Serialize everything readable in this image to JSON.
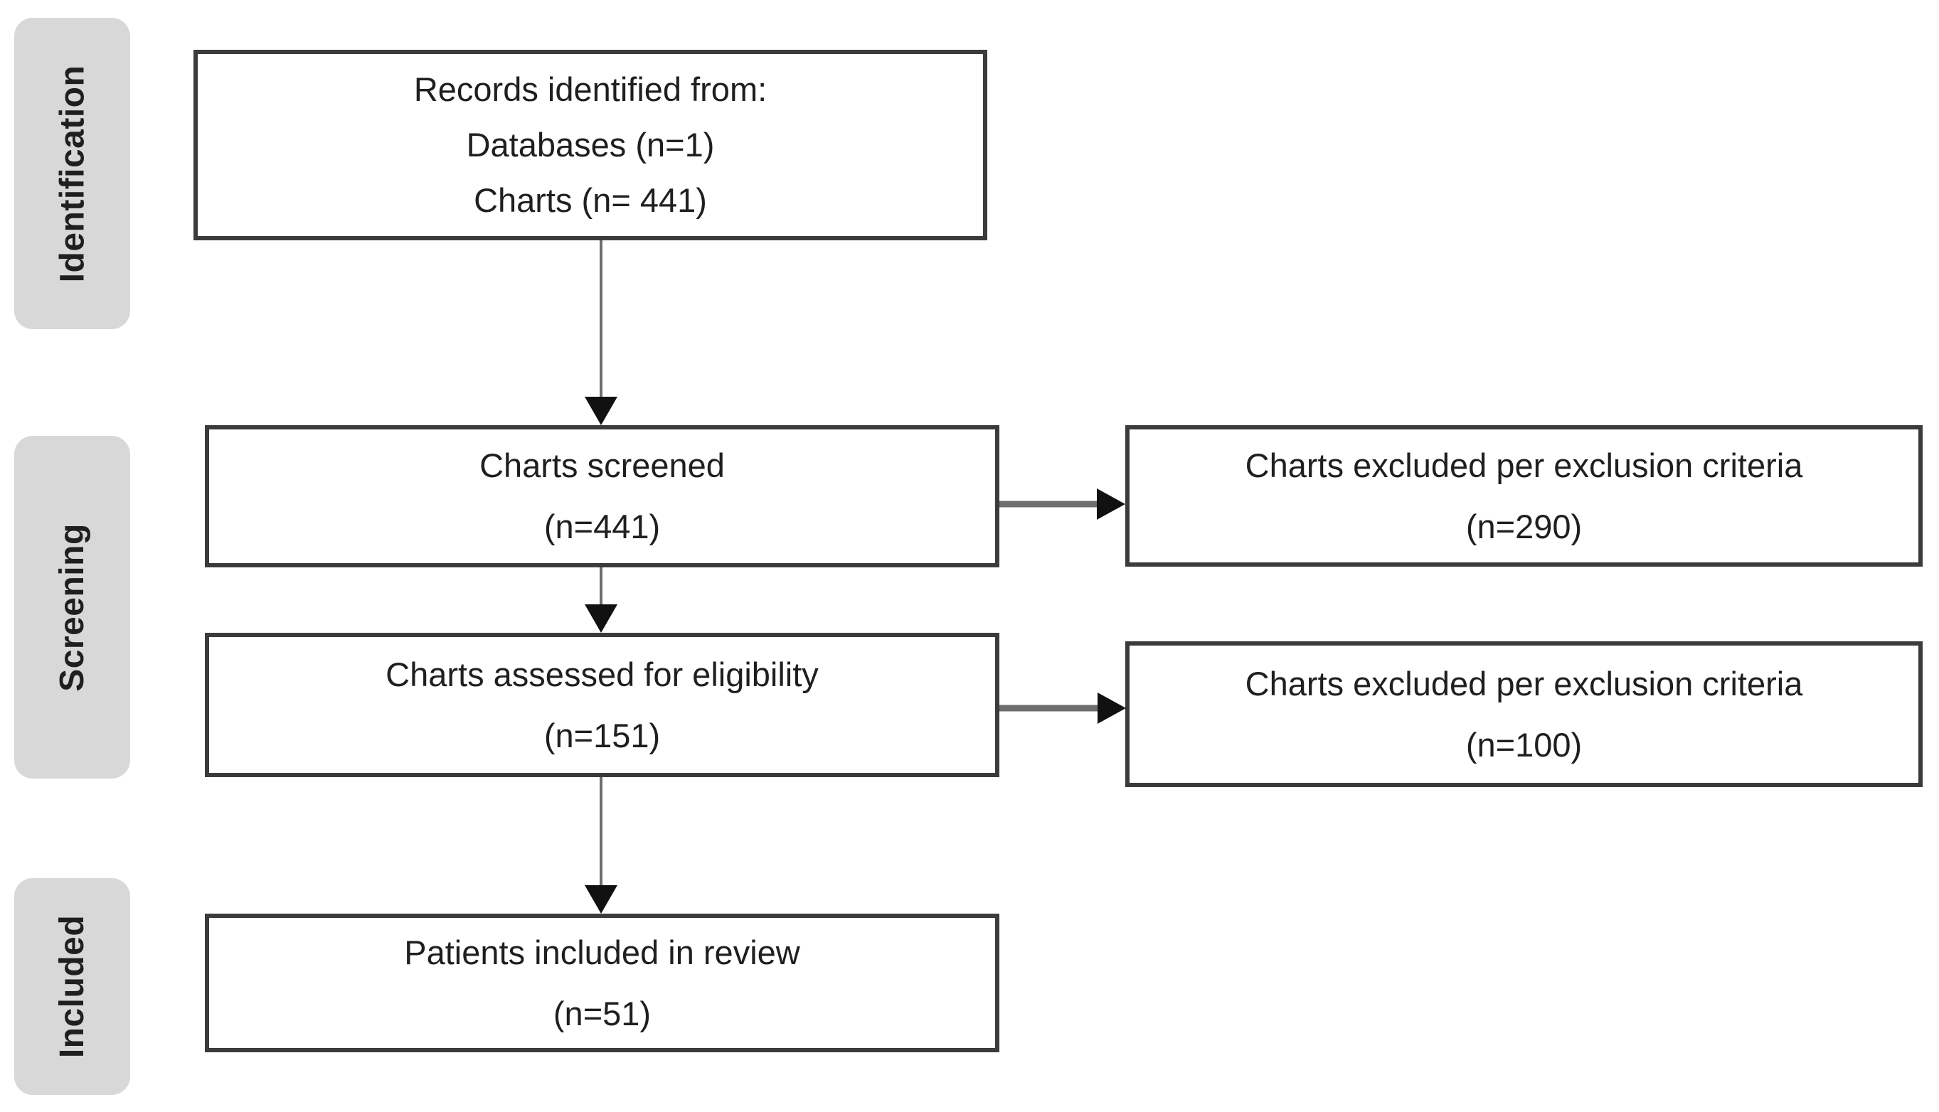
{
  "colors": {
    "stage_bg": "#d8d8d8",
    "box_bg": "#ffffff",
    "box_border": "#3b3b3b",
    "text": "#1f1f1f",
    "arrow_stem": "#6e6e6e",
    "arrow_head": "#111111"
  },
  "stages": [
    {
      "label": "Identification"
    },
    {
      "label": "Screening"
    },
    {
      "label": "Included"
    }
  ],
  "boxes": {
    "records_identified": {
      "lines": [
        "Records identified from:",
        "Databases (n=1)",
        "Charts (n= 441)"
      ]
    },
    "charts_screened": {
      "lines": [
        "Charts screened",
        "(n=441)"
      ]
    },
    "excluded_screening": {
      "lines": [
        "Charts excluded per exclusion criteria",
        "(n=290)"
      ]
    },
    "charts_assessed": {
      "lines": [
        "Charts assessed for eligibility",
        "(n=151)"
      ]
    },
    "excluded_eligibility": {
      "lines": [
        "Charts excluded per exclusion criteria",
        "(n=100)"
      ]
    },
    "patients_included": {
      "lines": [
        "Patients included in review",
        "(n=51)"
      ]
    }
  }
}
